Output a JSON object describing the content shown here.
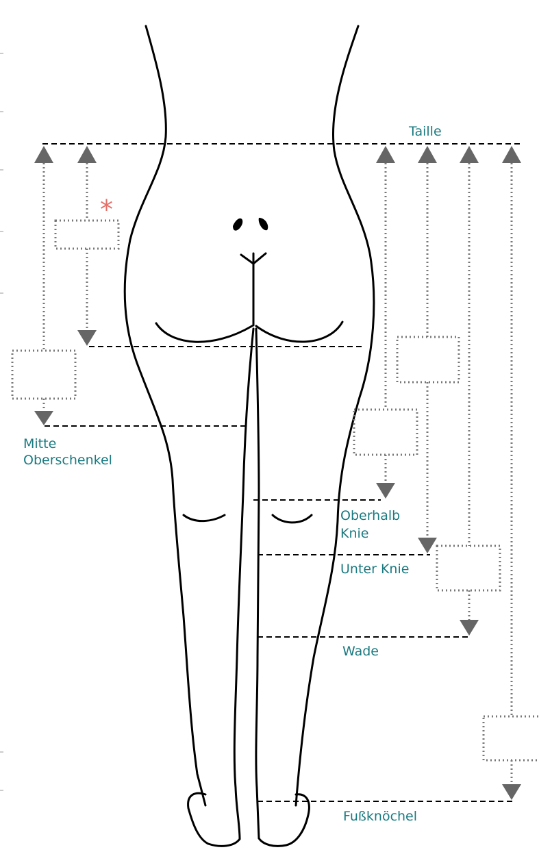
{
  "labels": {
    "taille": "Taille",
    "mitte_oberschenkel_line1": "Mitte",
    "mitte_oberschenkel_line2": "Oberschenkel",
    "oberhalb_knie_line1": "Oberhalb",
    "oberhalb_knie_line2": "Knie",
    "unter_knie": "Unter Knie",
    "wade": "Wade",
    "fussknoechel": "Fußknöchel"
  },
  "marker": "*",
  "colors": {
    "label": "#1a7a80",
    "marker": "#e5706a",
    "line": "#000000",
    "arrow": "#666666",
    "dotted": "#777777"
  }
}
